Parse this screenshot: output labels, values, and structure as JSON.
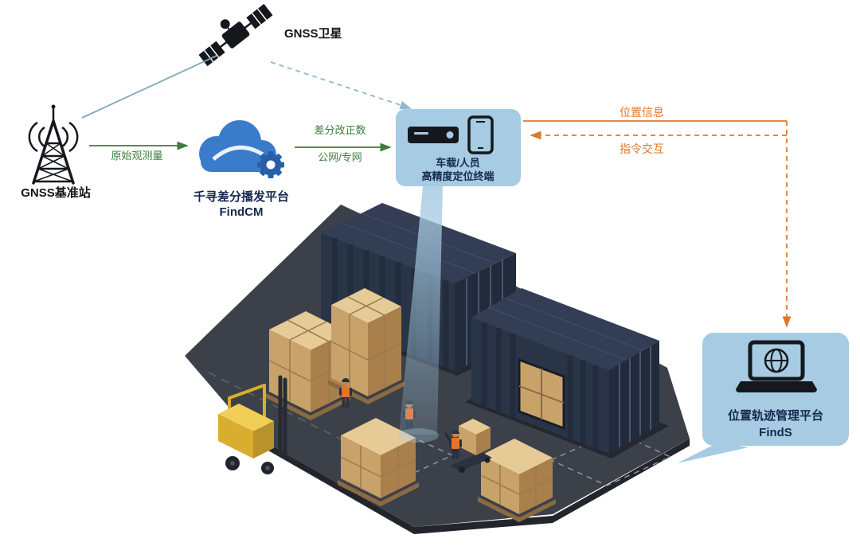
{
  "labels": {
    "satellite": "GNSS卫星",
    "base_station": "GNSS基准站",
    "raw_observation": "原始观测量",
    "cloud_platform_name": "千寻差分播发平台",
    "cloud_platform_product": "FindCM",
    "corrections_line1": "差分改正数",
    "corrections_line2": "公网/专网",
    "terminal_line1": "车载/人员",
    "terminal_line2": "高精度定位终端",
    "location_info": "位置信息",
    "command_interaction": "指令交互",
    "platform_line1": "位置轨迹管理平台",
    "platform_line2": "FindS"
  },
  "colors": {
    "green_arrow": "#3e7d3e",
    "orange_arrow": "#e0782c",
    "blue_line": "#8fb8d0",
    "callout_bg": "#a6cbe2",
    "dark_text": "#15294e",
    "cloud_blue": "#3a7cc9",
    "gear_blue": "#2a5ea8",
    "container_navy": "#2a3447",
    "platform_gray": "#3c4049",
    "box_tan": "#c9a26a",
    "forklift_yellow": "#d9ae2e"
  }
}
